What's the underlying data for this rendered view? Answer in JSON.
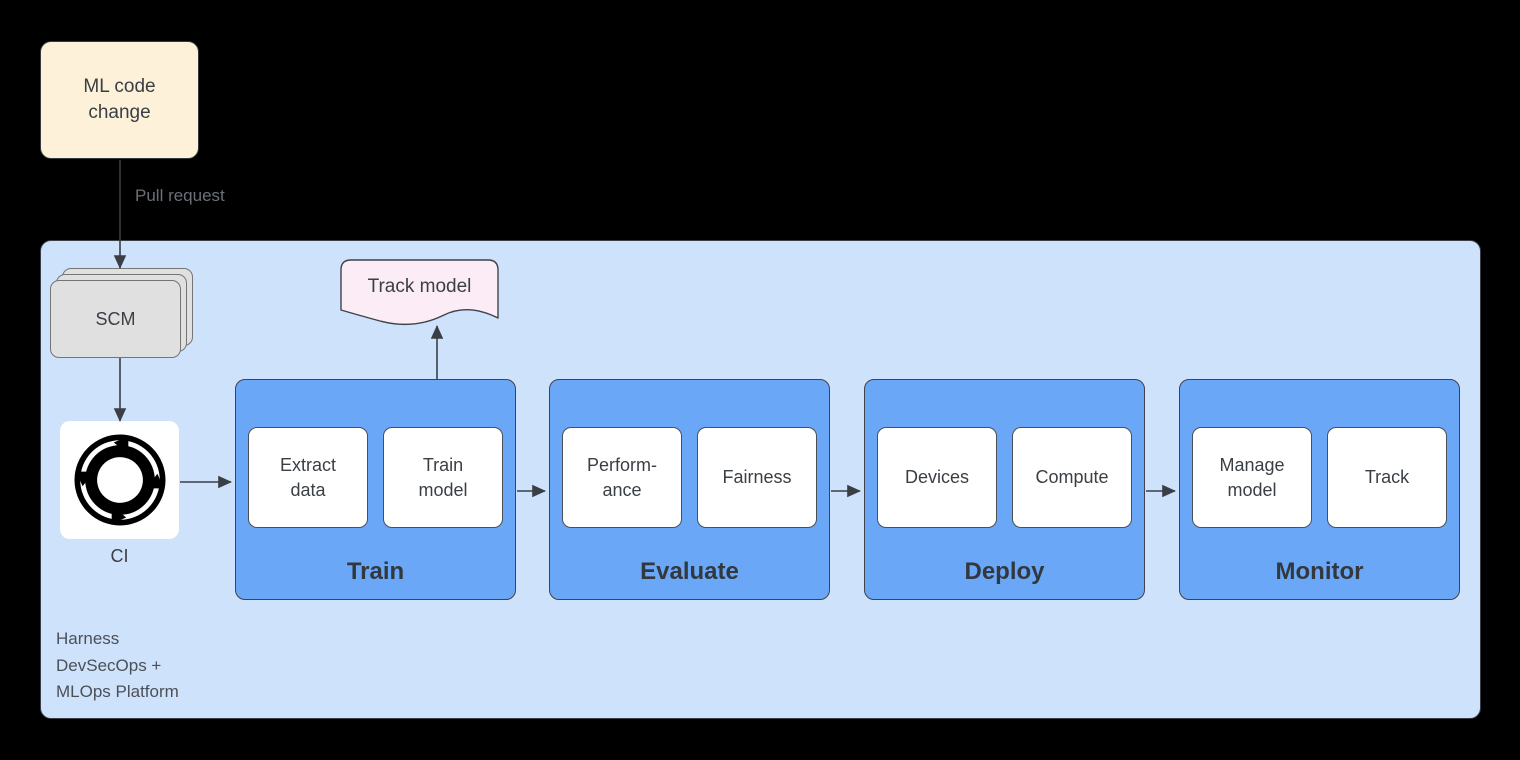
{
  "diagram": {
    "title": "ML code change to MLOps pipeline flow",
    "colors": {
      "background": "#000000",
      "platform_container": "#cfe2fb",
      "stage_box": "#6aa8f7",
      "substage_box": "#ffffff",
      "ml_code_box": "#fdf1da",
      "track_model_doc": "#fcecf6",
      "scm_box": "#e0e0e0",
      "stroke": "#3a3f45",
      "label_text": "#6b7078"
    }
  },
  "ml_code_change": {
    "label": "ML code\nchange"
  },
  "edges": {
    "pull_request_label": "Pull request"
  },
  "platform": {
    "caption": "Harness\nDevSecOps +\nMLOps Platform"
  },
  "scm": {
    "label": "SCM"
  },
  "ci": {
    "label": "CI",
    "icon": "continuous-integration-cycle-icon"
  },
  "track_model": {
    "label": "Track model"
  },
  "stages": [
    {
      "id": "train",
      "title": "Train",
      "substages": [
        {
          "label": "Extract\ndata"
        },
        {
          "label": "Train\nmodel"
        }
      ]
    },
    {
      "id": "evaluate",
      "title": "Evaluate",
      "substages": [
        {
          "label": "Perform-\nance"
        },
        {
          "label": "Fairness"
        }
      ]
    },
    {
      "id": "deploy",
      "title": "Deploy",
      "substages": [
        {
          "label": "Devices"
        },
        {
          "label": "Compute"
        }
      ]
    },
    {
      "id": "monitor",
      "title": "Monitor",
      "substages": [
        {
          "label": "Manage\nmodel"
        },
        {
          "label": "Track"
        }
      ]
    }
  ]
}
